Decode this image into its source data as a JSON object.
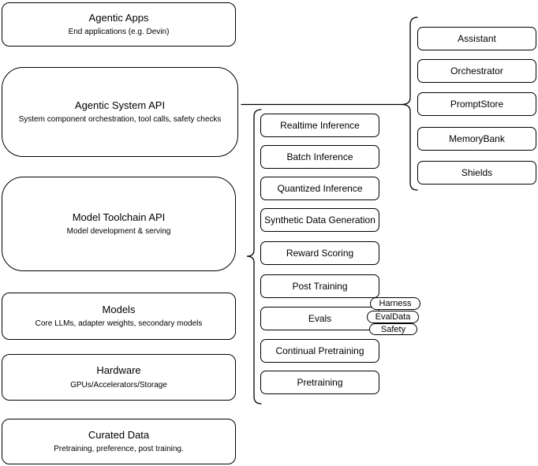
{
  "diagram": {
    "colors": {
      "background": "#ffffff",
      "stroke": "#000000",
      "text": "#000000"
    },
    "stack": {
      "boxes": [
        {
          "title": "Agentic Apps",
          "subtitle": "End applications (e.g. Devin)"
        },
        {
          "title": "Agentic System API",
          "subtitle": "System component orchestration, tool calls, safety checks"
        },
        {
          "title": "Model Toolchain API",
          "subtitle": "Model development & serving"
        },
        {
          "title": "Models",
          "subtitle": "Core LLMs, adapter weights, secondary models"
        },
        {
          "title": "Hardware",
          "subtitle": "GPUs/Accelerators/Storage"
        },
        {
          "title": "Curated Data",
          "subtitle": "Pretraining, preference, post training."
        }
      ]
    },
    "toolchain_group": {
      "items": [
        {
          "label": "Realtime Inference"
        },
        {
          "label": "Batch Inference"
        },
        {
          "label": "Quantized Inference"
        },
        {
          "label": "Synthetic Data Generation"
        },
        {
          "label": "Reward Scoring"
        },
        {
          "label": "Post Training"
        },
        {
          "label": "Evals"
        },
        {
          "label": "Continual Pretraining"
        },
        {
          "label": "Pretraining"
        }
      ]
    },
    "evals_tags": {
      "items": [
        {
          "label": "Harness"
        },
        {
          "label": "EvalData"
        },
        {
          "label": "Safety"
        }
      ]
    },
    "system_group": {
      "items": [
        {
          "label": "Assistant"
        },
        {
          "label": "Orchestrator"
        },
        {
          "label": "PromptStore"
        },
        {
          "label": "MemoryBank"
        },
        {
          "label": "Shields"
        }
      ]
    }
  }
}
